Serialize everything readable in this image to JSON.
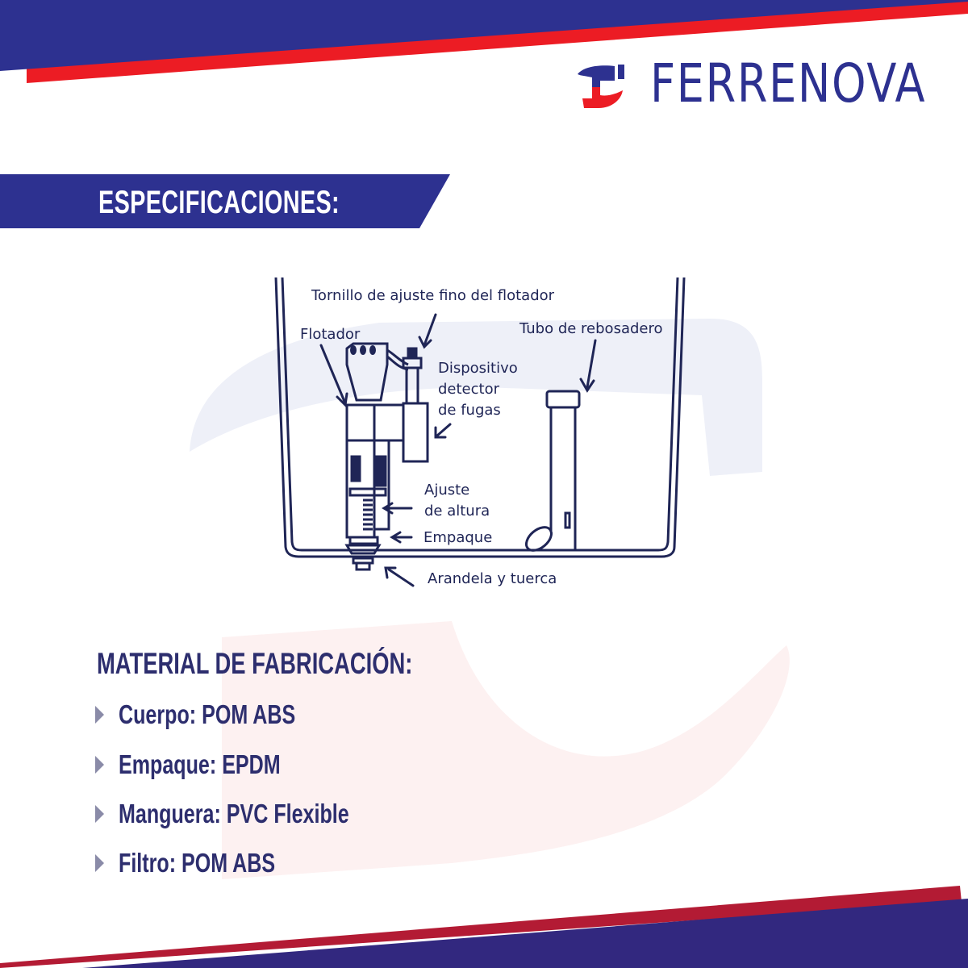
{
  "brand": {
    "name": "FERRENOVA",
    "colors": {
      "navy": "#2d3190",
      "red": "#ec1c24",
      "dark_red": "#b31b34",
      "text_navy": "#2d2e6e"
    },
    "logo_icon": "hammer-icon"
  },
  "header_banner": {
    "title": "ESPECIFICACIONES:"
  },
  "diagram": {
    "title": "Toilet tank fill valve diagram",
    "labels": {
      "tornillo": "Tornillo de ajuste fino del flotador",
      "flotador": "Flotador",
      "dispositivo_1": "Dispositivo",
      "dispositivo_2": "detector",
      "dispositivo_3": "de fugas",
      "tubo": "Tubo de rebosadero",
      "ajuste_1": "Ajuste",
      "ajuste_2": "de altura",
      "empaque": "Empaque",
      "arandela": "Arandela y tuerca"
    }
  },
  "materials": {
    "title": "MATERIAL DE FABRICACIÓN:",
    "items": [
      {
        "label": "Cuerpo: POM ABS"
      },
      {
        "label": "Empaque: EPDM"
      },
      {
        "label": "Manguera: PVC Flexible"
      },
      {
        "label": "Filtro: POM ABS"
      }
    ]
  }
}
